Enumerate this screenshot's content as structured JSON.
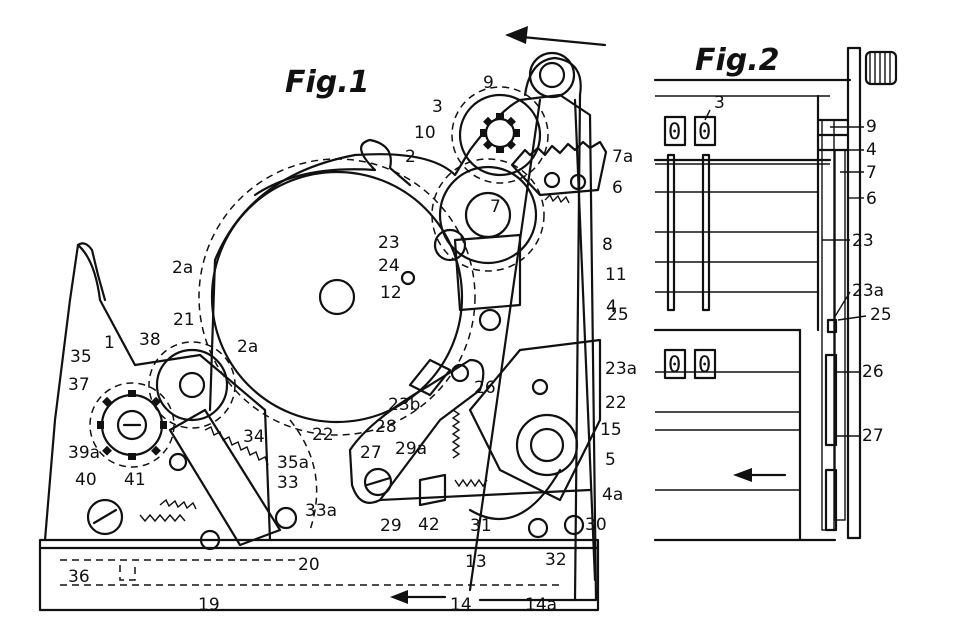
{
  "figures": [
    {
      "title": "Fig.1",
      "labels": [
        "1",
        "2",
        "2a",
        "2a",
        "3",
        "4",
        "4a",
        "5",
        "6",
        "7",
        "7a",
        "8",
        "9",
        "10",
        "11",
        "12",
        "13",
        "14",
        "14a",
        "15",
        "19",
        "20",
        "21",
        "22",
        "22",
        "23",
        "23a",
        "23b",
        "24",
        "25",
        "26",
        "27",
        "28",
        "29",
        "29a",
        "30",
        "31",
        "32",
        "33",
        "33a",
        "34",
        "35",
        "35a",
        "36",
        "37",
        "38",
        "39a",
        "40",
        "41",
        "42"
      ]
    },
    {
      "title": "Fig.2",
      "labels": [
        "3",
        "9",
        "4",
        "7",
        "6",
        "23",
        "23a",
        "25",
        "26",
        "27"
      ],
      "counter_digits": [
        "0",
        "0",
        "0",
        "0"
      ]
    }
  ]
}
